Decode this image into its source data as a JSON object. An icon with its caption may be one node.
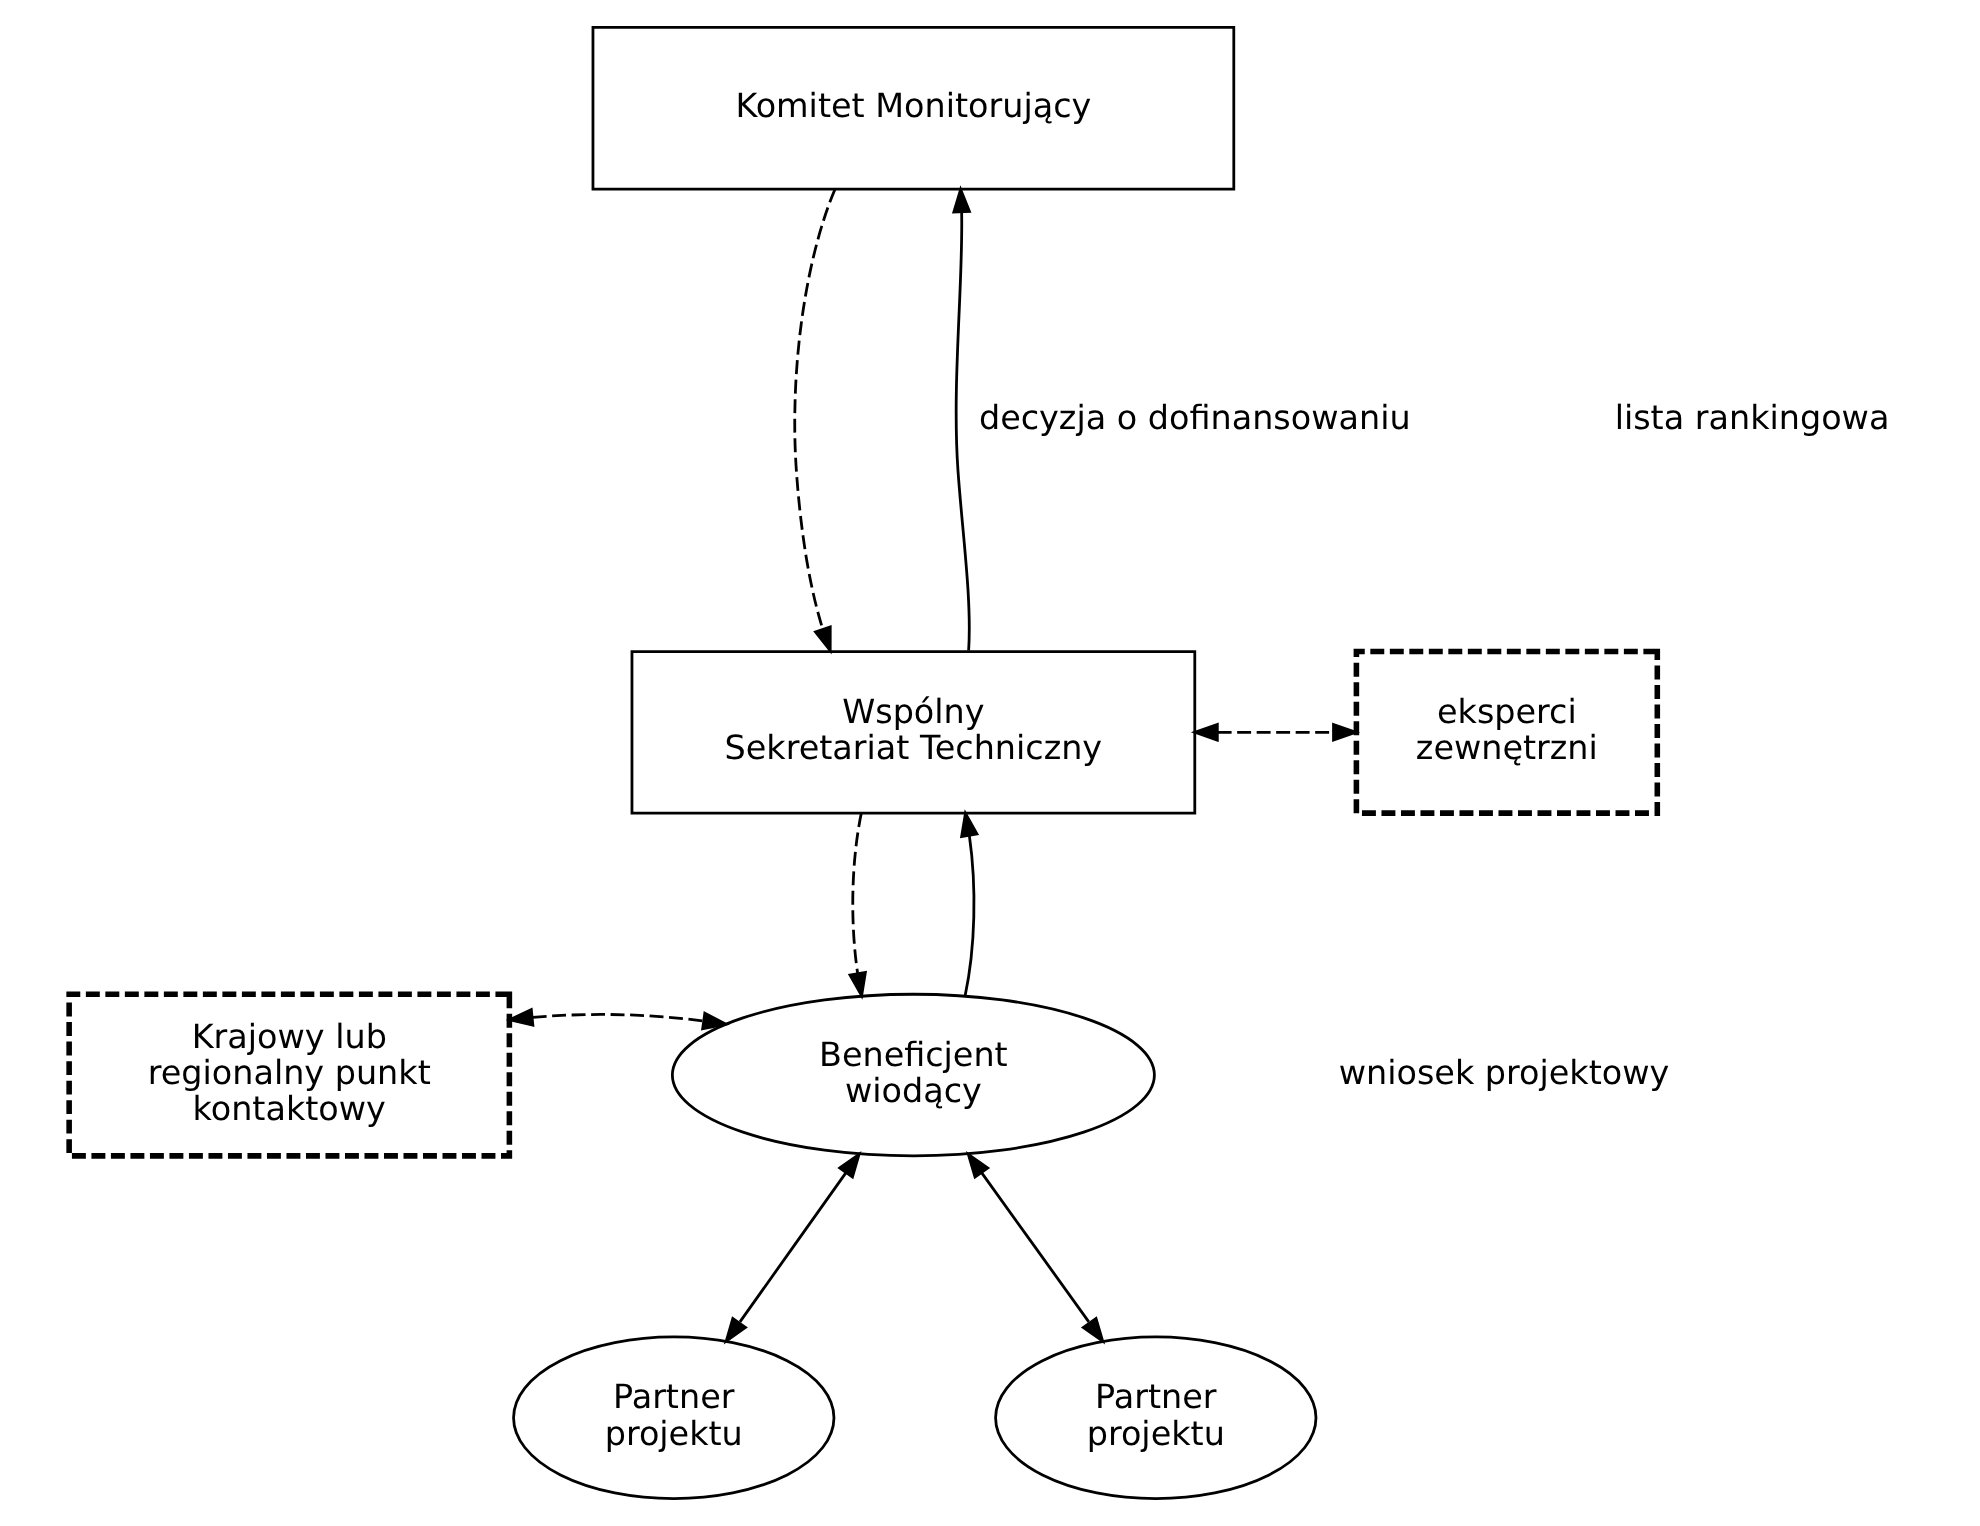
{
  "diagram": {
    "nodes": [
      {
        "text": [
          "Komitet Monitorujący"
        ]
      },
      {
        "text": [
          "Wspólny Sekretariat Techniczny"
        ]
      },
      {
        "text": [
          "eksperci zewnętrzni"
        ]
      },
      {
        "text": [
          "Krajowy lub regionalny punkt kontaktowy"
        ]
      },
      {
        "text": [
          "Beneficjent wiodący"
        ]
      },
      {
        "text": [
          "Partner projektu"
        ]
      },
      {
        "text": [
          "Partner projektu"
        ]
      }
    ],
    "edges": [
      {
        "from": 0,
        "to": 1,
        "arrow": "to",
        "style": "dashed"
      },
      {
        "from": 1,
        "to": 0,
        "arrow": "to"
      },
      {
        "from": 1,
        "to": 2,
        "arrow": "both",
        "style": "dashed"
      },
      {
        "from": 1,
        "to": 4,
        "arrow": "to",
        "style": "dashed"
      },
      {
        "from": 4,
        "to": 1,
        "arrow": "to"
      },
      {
        "from": 3,
        "to": 4,
        "arrow": "both",
        "style": "dashed"
      },
      {
        "from": 4,
        "to": 5,
        "arrow": "both"
      },
      {
        "from": 4,
        "to": 6,
        "arrow": "both"
      }
    ],
    "labels": [
      "decyzja o dofinansowaniu",
      "lista rankingowa",
      "wniosek projektowy"
    ]
  }
}
